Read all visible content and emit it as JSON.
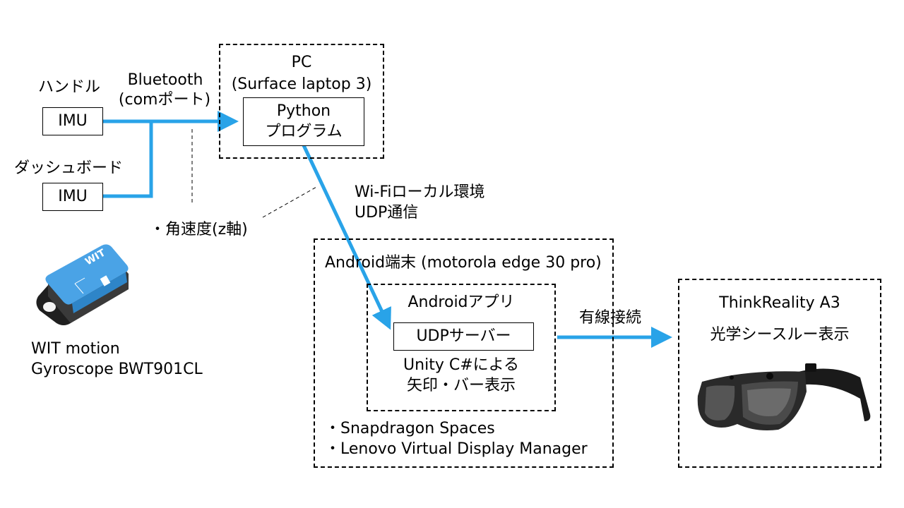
{
  "sensors": {
    "handle_label": "ハンドル",
    "dashboard_label": "ダッシュボード",
    "imu_top": "IMU",
    "imu_bottom": "IMU",
    "data_note": "・角速度(z軸)",
    "device_name_line1": "WIT motion",
    "device_name_line2": "Gyroscope BWT901CL"
  },
  "bluetooth": {
    "line1": "Bluetooth",
    "line2": "(comポート)"
  },
  "pc": {
    "title": "PC",
    "subtitle": "(Surface laptop 3)",
    "program_line1": "Python",
    "program_line2": "プログラム"
  },
  "wifi": {
    "line1": "Wi-Fiローカル環境",
    "line2": "UDP通信"
  },
  "android": {
    "title": "Android端末 (motorola edge 30 pro)",
    "app_title": "Androidアプリ",
    "server_label": "UDPサーバー",
    "app_desc_line1": "Unity C#による",
    "app_desc_line2": "矢印・バー表示",
    "sdk1": "・Snapdragon Spaces",
    "sdk2": "・Lenovo Virtual Display Manager"
  },
  "wired": {
    "label": "有線接続"
  },
  "headset": {
    "title": "ThinkReality A3",
    "subtitle": "光学シースルー表示"
  },
  "colors": {
    "arrow": "#29a3e8",
    "border": "#000000"
  }
}
